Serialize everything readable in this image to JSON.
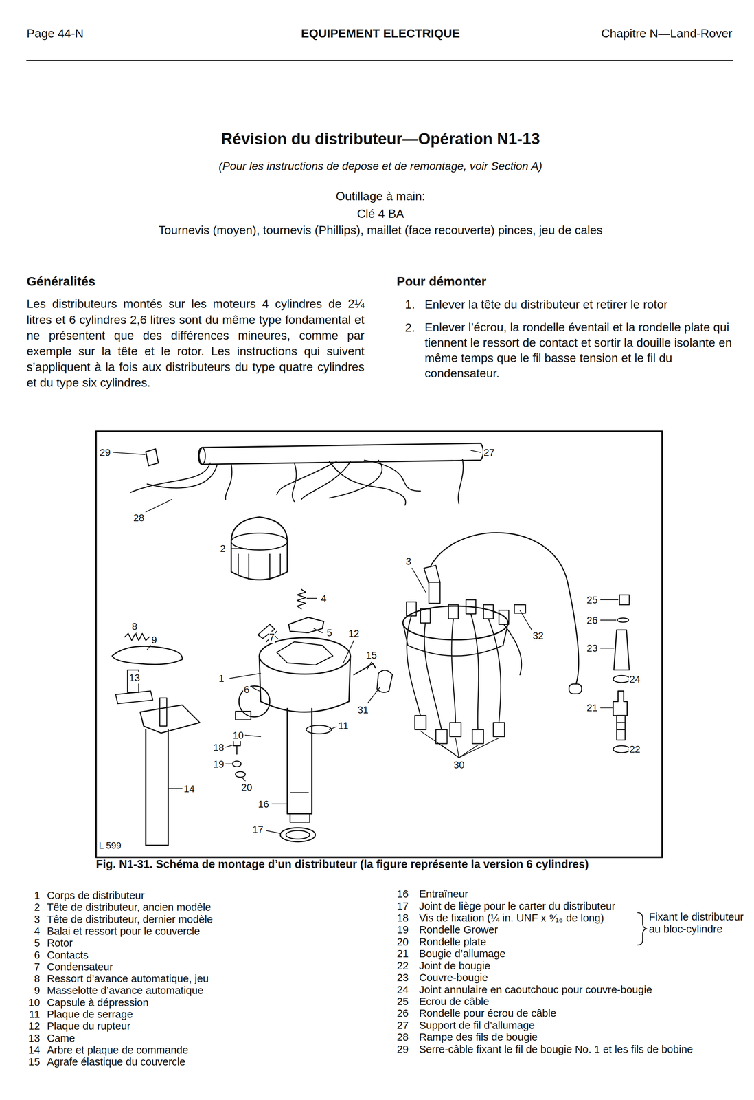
{
  "diagram": {
    "title": "Révision du distributeur—Opération N1-13",
    "caption": "Fig. N1-31. Schéma de montage d’un distributeur (la figure représente la version 6 cylindres)",
    "labels": [
      "Page 44-N",
      "EQUIPEMENT ELECTRIQUE",
      "Chapitre N—Land-Rover",
      "(Pour les instructions de depose et de remontage, voir Section A)",
      "Outillage à main:",
      "Clé 4 BA",
      "Tournevis (moyen), tournevis (Phillips), maillet (face recouverte) pinces, jeu de cales",
      "Généralités",
      "Les distributeurs montés sur les moteurs 4 cylindres de 2¼ litres et 6 cylindres 2,6 litres sont du même type fondamental et ne présentent que des différences mineures, comme par exemple sur la tête et le rotor. Les instructions qui suivent s’appliquent à la fois aux distributeurs du type quatre cylindres et du type six cylindres.",
      "Pour démonter",
      "1.",
      "Enlever la tête du distributeur et retirer le rotor",
      "2.",
      "Enlever l’écrou, la rondelle éventail et la rondelle plate qui tiennent le ressort de contact et sortir la douille isolante en même temps que le fil basse tension et le fil du condensateur.",
      "29",
      "27",
      "28",
      "2",
      "4",
      "3",
      "8",
      "9",
      "5",
      "12",
      "7",
      "13",
      "15",
      "1",
      "6",
      "25",
      "26",
      "32",
      "23",
      "24",
      "31",
      "11",
      "10",
      "18",
      "21",
      "19",
      "22",
      "30",
      "14",
      "20",
      "16",
      "17",
      "L 599",
      "1",
      "Corps de distributeur",
      "2",
      "Tête de distributeur, ancien modèle",
      "3",
      "Tête de distributeur, dernier modèle",
      "4",
      "Balai et ressort pour le couvercle",
      "5",
      "Rotor",
      "6",
      "Contacts",
      "7",
      "Condensateur",
      "8",
      "Ressort d’avance automatique, jeu",
      "9",
      "Masselotte d’avance automatique",
      "10",
      "Capsule à dépression",
      "11",
      "Plaque de serrage",
      "12",
      "Plaque du rupteur",
      "13",
      "Came",
      "14",
      "Arbre et plaque de commande",
      "15",
      "Agrafe élastique du couvercle",
      "16",
      "Entraîneur",
      "17",
      "Joint de liège pour le carter du distributeur",
      "18",
      "Vis de fixation (¼ in. UNF x ⁹⁄₁₆ de long)",
      "19",
      "Rondelle Grower",
      "20",
      "Rondelle plate",
      "21",
      "Bougie d’allumage",
      "22",
      "Joint de bougie",
      "23",
      "Couvre-bougie",
      "24",
      "Joint annulaire en caoutchouc pour couvre-bougie",
      "25",
      "Ecrou de câble",
      "26",
      "Rondelle pour écrou de câble",
      "27",
      "Support de fil d’allumage",
      "28",
      "Rampe des fils de bougie",
      "29",
      "Serre-câble fixant le fil de bougie No. 1 et les fils de bobine",
      "Fixant le distributeur au bloc-cylindre"
    ]
  }
}
